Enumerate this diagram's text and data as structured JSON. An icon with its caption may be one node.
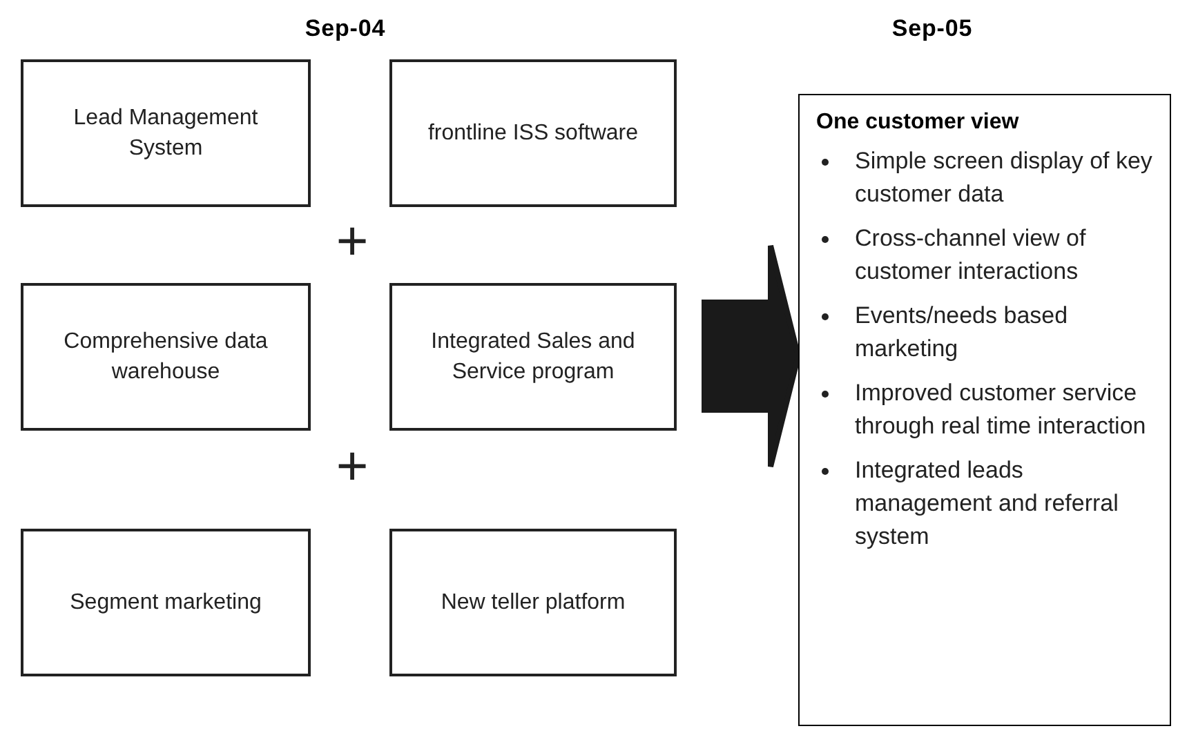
{
  "diagram": {
    "nodes": [
      {
        "text": [
          "Lead Management System"
        ]
      },
      {
        "text": [
          "frontline ISS software"
        ]
      },
      {
        "text": [
          "Comprehensive data warehouse"
        ]
      },
      {
        "text": [
          "Integrated Sales and Service program"
        ]
      },
      {
        "text": [
          "Segment marketing"
        ]
      },
      {
        "text": [
          "New teller platform"
        ]
      },
      {
        "text": [
          "One customer view",
          "Simple screen display of key customer data",
          "Cross-channel view of customer interactions",
          "Events/needs based marketing",
          "Improved customer service through real time interaction",
          "Integrated leads management and referral system"
        ]
      }
    ],
    "edges": [
      {
        "from": null,
        "to": 6,
        "arrow": "to",
        "style": "thick"
      }
    ],
    "labels": [
      "Sep-04",
      "Sep-05",
      "+",
      "+"
    ]
  }
}
